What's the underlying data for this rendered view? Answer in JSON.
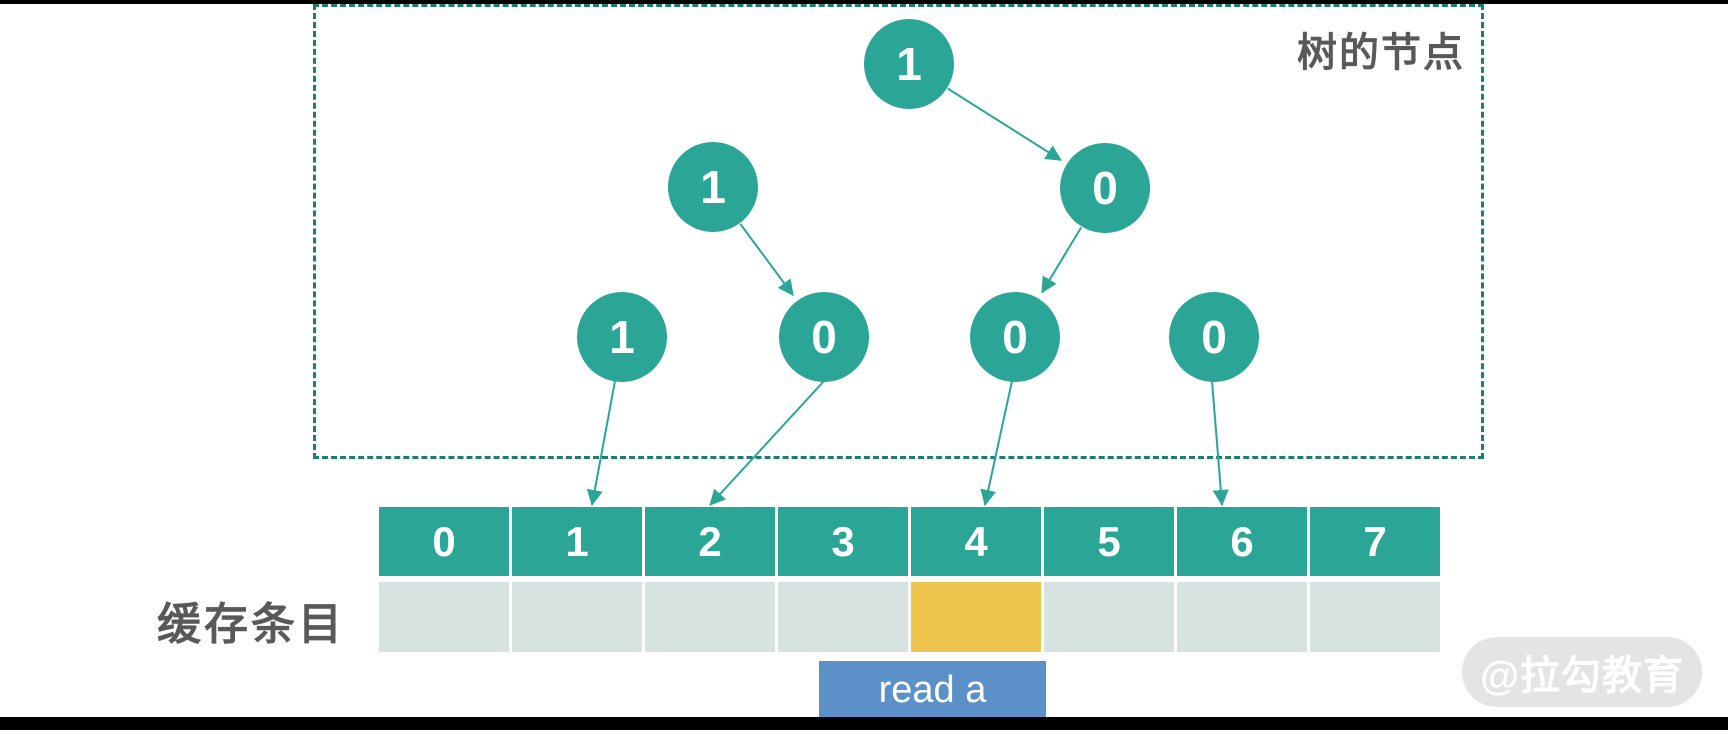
{
  "tree_box": {
    "label": "树的节点"
  },
  "tree": {
    "nodes": [
      {
        "id": "root",
        "label": "1"
      },
      {
        "id": "L",
        "label": "1"
      },
      {
        "id": "R",
        "label": "0"
      },
      {
        "id": "LL",
        "label": "1"
      },
      {
        "id": "LR",
        "label": "0"
      },
      {
        "id": "RL",
        "label": "0"
      },
      {
        "id": "RR",
        "label": "0"
      }
    ],
    "edges": [
      {
        "from": "root",
        "to": "R"
      },
      {
        "from": "L",
        "to": "LR"
      },
      {
        "from": "R",
        "to": "RL"
      }
    ],
    "leaf_to_cell_arrows": [
      {
        "from": "LL",
        "cell": 1
      },
      {
        "from": "LR",
        "cell": 2
      },
      {
        "from": "RL",
        "cell": 4
      },
      {
        "from": "RR",
        "cell": 6
      }
    ]
  },
  "cache": {
    "label": "缓存条目",
    "header_cells": [
      "0",
      "1",
      "2",
      "3",
      "4",
      "5",
      "6",
      "7"
    ],
    "entry_cells": [
      "",
      "",
      "",
      "",
      "",
      "",
      "",
      ""
    ],
    "highlighted_entry_index": 4
  },
  "action": {
    "label": "read a"
  },
  "watermark": {
    "label": "@拉勾教育"
  },
  "colors": {
    "node_fill": "#2aa596",
    "dashed_border": "#1e7c73",
    "entry_fill": "#d6e3e0",
    "highlight_fill": "#eec44d",
    "action_fill": "#5b90c8",
    "label_text": "#595959"
  }
}
